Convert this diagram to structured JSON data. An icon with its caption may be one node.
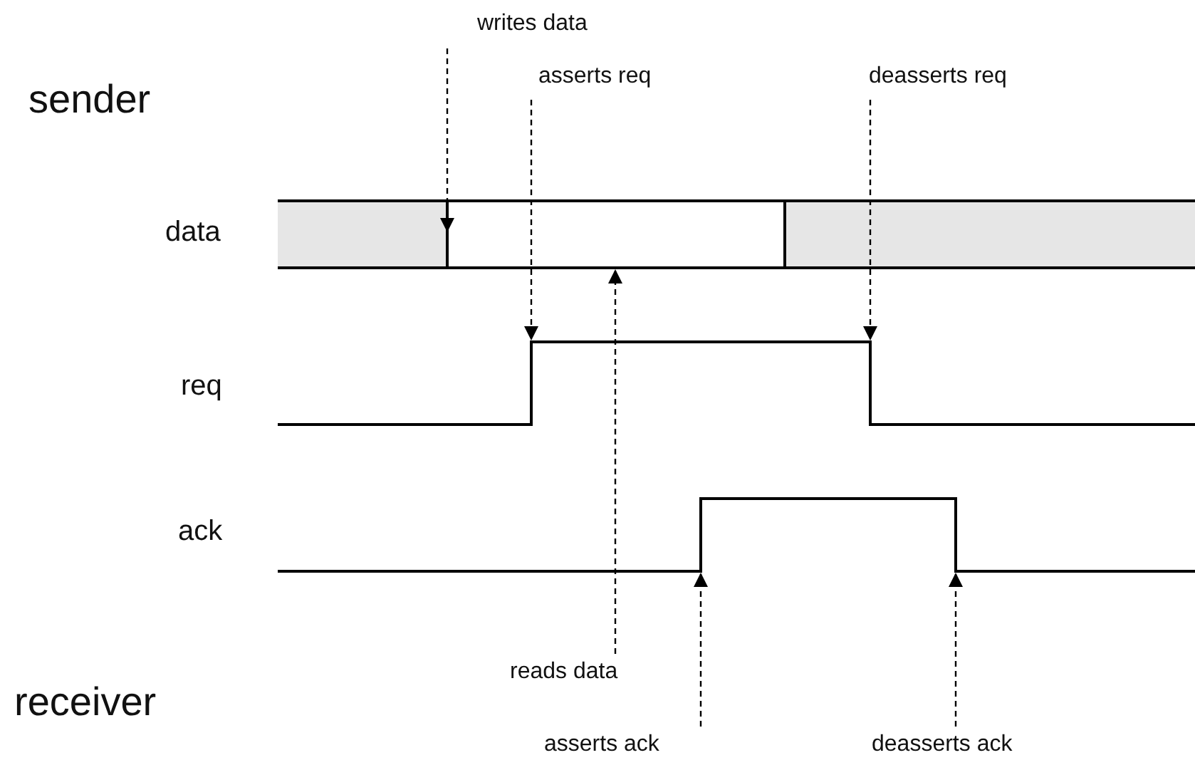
{
  "diagram": {
    "nodes": [
      {
        "text": [
          "writes data"
        ]
      },
      {
        "text": [
          "asserts req"
        ]
      },
      {
        "text": [
          "deasserts req"
        ]
      },
      {
        "text": [
          "reads data"
        ]
      },
      {
        "text": [
          "asserts ack"
        ]
      },
      {
        "text": [
          "deasserts ack"
        ]
      },
      {
        "text": [],
        "shape": "waveform"
      },
      {
        "text": [],
        "shape": "waveform"
      },
      {
        "text": [],
        "shape": "waveform"
      }
    ],
    "edges": [
      {
        "from": 0,
        "to": 6,
        "arrow": "to",
        "style": "dashed"
      },
      {
        "from": 1,
        "to": 7,
        "arrow": "to",
        "style": "dashed"
      },
      {
        "from": 2,
        "to": 7,
        "arrow": "to",
        "style": "dashed"
      },
      {
        "from": 3,
        "to": 6,
        "arrow": "to",
        "style": "dashed"
      },
      {
        "from": 4,
        "to": 8,
        "arrow": "to",
        "style": "dashed"
      },
      {
        "from": 5,
        "to": 8,
        "arrow": "to",
        "style": "dashed"
      }
    ],
    "labels": [
      "sender",
      "data",
      "req",
      "ack",
      "receiver"
    ]
  }
}
